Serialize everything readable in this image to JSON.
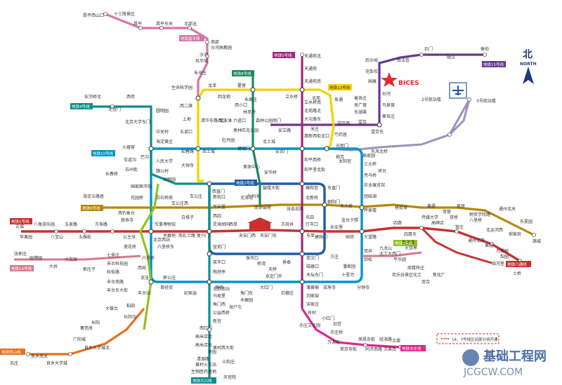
{
  "compass": {
    "char": "北",
    "word": "NORTH"
  },
  "venue": {
    "label": "BICES"
  },
  "colors": {
    "line1": "#c8312e",
    "line2": "#1f5da8",
    "line4": "#0a8f8c",
    "line5": "#a1287b",
    "line6": "#b5860b",
    "line8": "#1a8a5e",
    "line9": "#8fc31f",
    "line10": "#0095c6",
    "line13": "#f3d200",
    "line14": "#d77a8b",
    "line15": "#6a3790",
    "batong": "#c8312e",
    "changping": "#d575a8",
    "daxing": "#0a8f8c",
    "fangshan": "#e3721f",
    "yizhuang": "#e0248c",
    "airport": "#9b92bf",
    "star": "#e8262d"
  },
  "line_labels": {
    "l1": "地铁1号线",
    "l2": "地铁2号线",
    "l4": "地铁4号线",
    "l5": "地铁5号线",
    "l6": "地铁6号线",
    "l8": "地铁8号线",
    "l9": "地铁9号线",
    "l10": "地铁10号线",
    "l13": "地铁13号线",
    "l14": "地铁14号线",
    "l15": "地铁15号线",
    "batong": "地铁八通线",
    "changping": "地铁昌平线",
    "daxing": "地铁大兴线",
    "fangshan": "地铁房山线",
    "yizhuang": "地铁亦庄线"
  },
  "stations": {
    "s01": "昌平西山口",
    "s02": "十三陵景区",
    "s03": "昌平",
    "s04": "昌平东关",
    "s05": "北邵洼",
    "s06": "南邵",
    "s07": "沙河高教园",
    "s08": "沙河",
    "s09": "巩华城",
    "s10": "朱辛庄",
    "s11": "生命科学园",
    "s12": "西二旗",
    "s13": "上地",
    "s14": "五道口",
    "s15": "知春路",
    "s16": "西直门",
    "s17": "大钟寺",
    "s18": "霍营",
    "s19": "回龙观",
    "s20": "龙泽",
    "s21": "立水桥",
    "s22": "北苑",
    "s23": "望京西",
    "s24": "芍药居",
    "s25": "光熙门",
    "s26": "柳芳",
    "s27": "东直门",
    "s28": "天通苑北",
    "s29": "天通苑",
    "s30": "天通苑南",
    "s31": "立水桥南",
    "s32": "北苑路北",
    "s33": "大屯路东",
    "s34": "惠新西街北口",
    "s35": "惠新西街南口",
    "s36": "和平西桥",
    "s37": "和平里北街",
    "s38": "雍和宫",
    "s39": "北新桥",
    "s40": "张自忠路",
    "s41": "东四",
    "s42": "灯市口",
    "s43": "东单",
    "s44": "崇文门",
    "s45": "磁器口",
    "s46": "天坛东门",
    "s47": "蒲黄榆",
    "s48": "刘家窑",
    "s49": "宋家庄",
    "s50": "苹果园",
    "s51": "古城",
    "s52": "八角游乐园",
    "s53": "八宝山",
    "s54": "玉泉路",
    "s55": "五棵松",
    "s56": "万寿路",
    "s57": "公主坟",
    "s58": "军事博物馆",
    "s59": "木樨地",
    "s60": "南礼士路",
    "s61": "复兴门",
    "s62": "西单",
    "s63": "天安门西",
    "s64": "天安门东",
    "s65": "王府井",
    "s66": "建国门",
    "s67": "永安里",
    "s68": "国贸",
    "s69": "大望路",
    "s70": "四惠",
    "s71": "四惠东",
    "s72": "高碑店",
    "s73": "传媒大学",
    "s74": "双桥",
    "s75": "管庄",
    "s76": "八里桥",
    "s77": "通州北苑",
    "s78": "果园",
    "s79": "九棵树",
    "s80": "梨园",
    "s81": "临河里",
    "s82": "土桥",
    "s83": "安河桥北",
    "s84": "北宫门",
    "s85": "西苑",
    "s86": "圆明园",
    "s87": "北京大学东门",
    "s88": "中关村",
    "s89": "海淀黄庄",
    "s90": "人民大学",
    "s91": "魏公村",
    "s92": "国家图书馆",
    "s93": "动物园",
    "s94": "新街口",
    "s95": "平安里",
    "s96": "西四",
    "s97": "灵境胡同",
    "s98": "宣武门",
    "s99": "菜市口",
    "s100": "陶然亭",
    "s101": "北京南站",
    "s102": "马家堡",
    "s103": "角门西",
    "s104": "公益西桥",
    "s105": "新宫",
    "s106": "西红门",
    "s107": "高米店北",
    "s108": "高米店南",
    "s109": "枣园",
    "s110": "清源路",
    "s111": "黄村西大街",
    "s112": "黄村火车站",
    "s113": "义和庄",
    "s114": "生物医药基地",
    "s115": "天宫院",
    "s116": "巴沟",
    "s117": "苏州街",
    "s118": "西土城",
    "s119": "牡丹园",
    "s120": "健德门",
    "s121": "北土城",
    "s122": "安贞门",
    "s123": "惠新西街南口",
    "s124": "太阳宫",
    "s125": "三元桥",
    "s126": "亮马桥",
    "s127": "农业展览馆",
    "s128": "团结湖",
    "s129": "呼家楼",
    "s130": "金台夕照",
    "s131": "双井",
    "s132": "劲松",
    "s133": "潘家园",
    "s134": "十里河",
    "s135": "分钟寺",
    "s136": "成寿寺",
    "s137": "石榴庄",
    "s138": "大红门",
    "s139": "角门东",
    "s140": "草桥",
    "s141": "纪家庙",
    "s142": "首经贸",
    "s143": "丰台站",
    "s144": "泥洼",
    "s145": "西局",
    "s146": "六里桥",
    "s147": "莲花桥",
    "s148": "西钓鱼台",
    "s149": "慈寿寺",
    "s150": "车道沟",
    "s151": "长春桥",
    "s152": "火器营",
    "s153": "海淀五路居",
    "s154": "花园桥",
    "s155": "白石桥南",
    "s156": "车公庄西",
    "s157": "车公庄",
    "s158": "北海北",
    "s159": "南锣鼓巷",
    "s160": "东大桥",
    "s161": "朝阳门",
    "s162": "褡裢坡",
    "s163": "黄渠",
    "s164": "常营",
    "s165": "草房",
    "s166": "物资学院路",
    "s167": "通州北关",
    "s168": "北运河西",
    "s169": "郝家府",
    "s170": "东夏园",
    "s171": "潞城",
    "s172": "俸伯",
    "s173": "顺义",
    "s174": "石门",
    "s175": "南法信",
    "s176": "后沙峪",
    "s177": "花梨坎",
    "s178": "国展",
    "s179": "孙河",
    "s180": "马泉营",
    "s181": "崔各庄",
    "s182": "望京东",
    "s183": "望京",
    "s184": "阜通",
    "s185": "关庄",
    "s186": "安立路",
    "s187": "奥林匹克公园",
    "s188": "北沙滩",
    "s189": "六道口",
    "s190": "清华东路西口",
    "s191": "3号航站楼",
    "s192": "2号航站楼",
    "s193": "东直门",
    "s194": "三元桥",
    "s195": "郭公庄",
    "s196": "丰台科技园",
    "s197": "科怡路",
    "s198": "丰台南路",
    "s199": "丰台东大街",
    "s200": "七里庄",
    "s201": "六里桥东",
    "s202": "北京西站",
    "s203": "白堆子",
    "s204": "长阴沟",
    "s205": "稻田",
    "s206": "良乡南关",
    "s207": "良乡大学城",
    "s208": "良乡大学城北",
    "s209": "苏庄",
    "s210": "篱笆房",
    "s211": "广阳城",
    "s212": "长阳",
    "s213": "大葆台",
    "s214": "肖村",
    "s215": "小红门",
    "s216": "旧宫",
    "s217": "亦庄桥",
    "s218": "亦庄文化园",
    "s219": "万源街",
    "s220": "荣京东街",
    "s221": "荣昌东街",
    "s222": "同济南路",
    "s223": "经海路",
    "s224": "次渠南",
    "s225": "次渠",
    "s226": "永泰庄",
    "s227": "西小口",
    "s228": "林萃桥",
    "s229": "森林公园南门",
    "s230": "奥体中心",
    "s231": "安华桥",
    "s232": "鼓楼大街",
    "s233": "什刹海",
    "s234": "珠市口",
    "s235": "桥湾",
    "s236": "天桥",
    "s237": "永定门外",
    "s238": "木樨园",
    "s239": "海户屯",
    "s240": "大井",
    "s241": "郭庄子",
    "s242": "大瓦窑",
    "s243": "园博园",
    "s244": "张郭庄",
    "s245": "七里庄",
    "s246": "北京南站",
    "s247": "永定门外",
    "s248": "景泰",
    "s249": "蒲黄榆",
    "s250": "方庄",
    "s251": "十里河",
    "s252": "北工大西门",
    "s253": "平乐园",
    "s254": "九龙山",
    "s255": "大郊亭",
    "s256": "东风北桥",
    "s257": "将台",
    "s258": "高家园",
    "s259": "阜通",
    "s260": "东湖渠",
    "s261": "来广营",
    "s262": "善各庄",
    "s263": "四惠",
    "s264": "百子湾",
    "s265": "化工",
    "s266": "南楼梓庄",
    "s267": "欢乐谷景区",
    "s268": "双合",
    "s269": "焦化厂"
  },
  "note": "14、7号线区间部分待开通",
  "watermark": {
    "cn": "基础工程网",
    "en": "JCGCW.COM"
  }
}
